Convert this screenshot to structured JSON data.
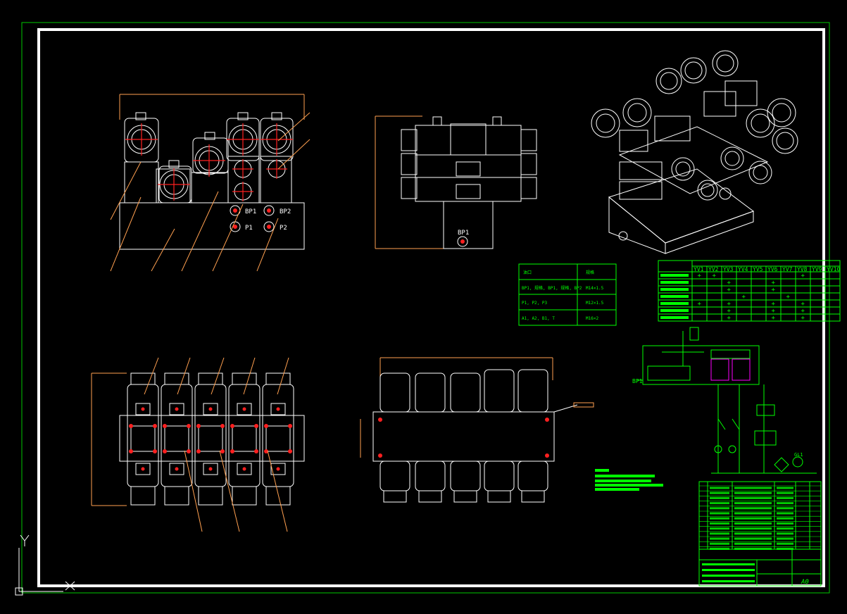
{
  "colors": {
    "background": "#000000",
    "frame": "#ffffff",
    "outer_frame": "#00c800",
    "line": "#ffffff",
    "dimension": "#ffa050",
    "centerline": "#ff2020",
    "table": "#00ff00",
    "magenta": "#ff00ff"
  },
  "ports": {
    "bp1": "BP1",
    "bp2": "BP2",
    "p1": "P1",
    "p2": "P2"
  },
  "port_table": {
    "headers": [
      "油口",
      "规格"
    ],
    "rows": [
      [
        "BP1, 规格, BP1, 规格, BP2",
        "M14×1.5"
      ],
      [
        "P1, P2, P3",
        "M12×1.5"
      ],
      [
        "A1, A2, B1, T",
        "M16×2"
      ]
    ]
  },
  "solenoid_table": {
    "columns": [
      "YV1",
      "YV2",
      "YV3",
      "YV4",
      "YV5",
      "YV6",
      "YV7",
      "YV8",
      "YV9",
      "YV10"
    ],
    "marks": [
      [
        1,
        2,
        8
      ],
      [
        3,
        6
      ],
      [
        3,
        6
      ],
      [
        4,
        7
      ],
      [
        1,
        3,
        6,
        8
      ],
      [
        3,
        6,
        8
      ],
      [
        3,
        6,
        8
      ]
    ],
    "mark_symbol": "+"
  },
  "schematic": {
    "label_bp1": "BP1",
    "label_gl1": "GL1"
  },
  "title_block": {
    "scale_label": "A0"
  },
  "ucs": {
    "x_label": "X",
    "y_label": "Y"
  }
}
